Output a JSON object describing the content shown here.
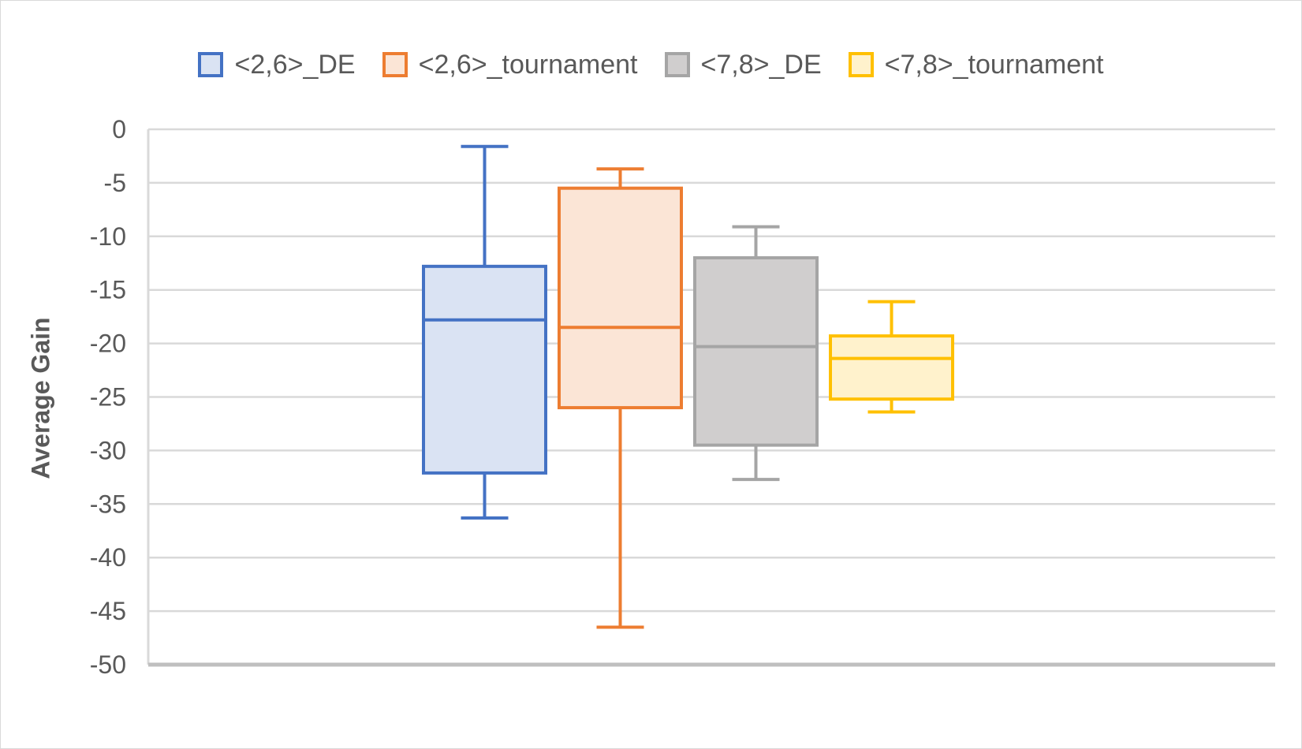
{
  "chart_data": {
    "type": "boxplot",
    "ylabel": "Average Gain",
    "ylim": [
      -50,
      0
    ],
    "y_ticks": [
      0,
      -5,
      -10,
      -15,
      -20,
      -25,
      -30,
      -35,
      -40,
      -45,
      -50
    ],
    "grid": true,
    "legend_position": "top",
    "series": [
      {
        "name": "<2,6>_DE",
        "color": "#4472c4",
        "fill": "#dae3f3",
        "whisker_high": -1.6,
        "q3": -12.8,
        "median": -17.8,
        "q1": -32.1,
        "whisker_low": -36.3
      },
      {
        "name": "<2,6>_tournament",
        "color": "#ed7d31",
        "fill": "#fbe5d6",
        "whisker_high": -3.7,
        "q3": -5.5,
        "median": -18.5,
        "q1": -26.0,
        "whisker_low": -46.5
      },
      {
        "name": "<7,8>_DE",
        "color": "#a5a5a5",
        "fill": "#d0cece",
        "whisker_high": -9.1,
        "q3": -12.0,
        "median": -20.3,
        "q1": -29.5,
        "whisker_low": -32.7
      },
      {
        "name": "<7,8>_tournament",
        "color": "#ffc000",
        "fill": "#fff2cc",
        "whisker_high": -16.1,
        "q3": -19.3,
        "median": -21.4,
        "q1": -25.2,
        "whisker_low": -26.4
      }
    ]
  }
}
